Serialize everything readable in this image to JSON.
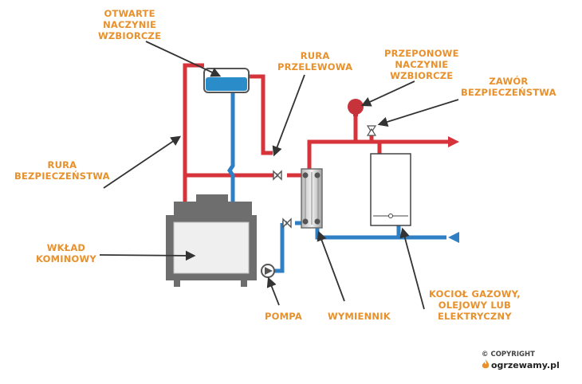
{
  "labels": {
    "open_tank": [
      "OTWARTE",
      "NACZYNIE",
      "WZBIORCZE"
    ],
    "overflow_pipe": [
      "RURA",
      "PRZELEWOWA"
    ],
    "diaphragm_tank": [
      "PRZEPONOWE",
      "NACZYNIE",
      "WZBIORCZE"
    ],
    "safety_valve": [
      "ZAWÓR",
      "BEZPIECZEŃSTWA"
    ],
    "safety_pipe": [
      "RURA",
      "BEZPIECZEŃSTWA"
    ],
    "fireplace_insert": [
      "WKŁAD",
      "KOMINOWY"
    ],
    "pump": [
      "POMPA"
    ],
    "exchanger": [
      "WYMIENNIK"
    ],
    "boiler": [
      "KOCIOŁ GAZOWY,",
      "OLEJOWY LUB",
      "ELEKTRYCZNY"
    ]
  },
  "copyright": "© COPYRIGHT",
  "brand": "ogrzewamy.pl",
  "colors": {
    "label": "#e8912c",
    "hot_pipe": "#d6333a",
    "cold_pipe": "#2f7fc4",
    "insert": "#6e6e6e",
    "arrow": "#333333"
  }
}
